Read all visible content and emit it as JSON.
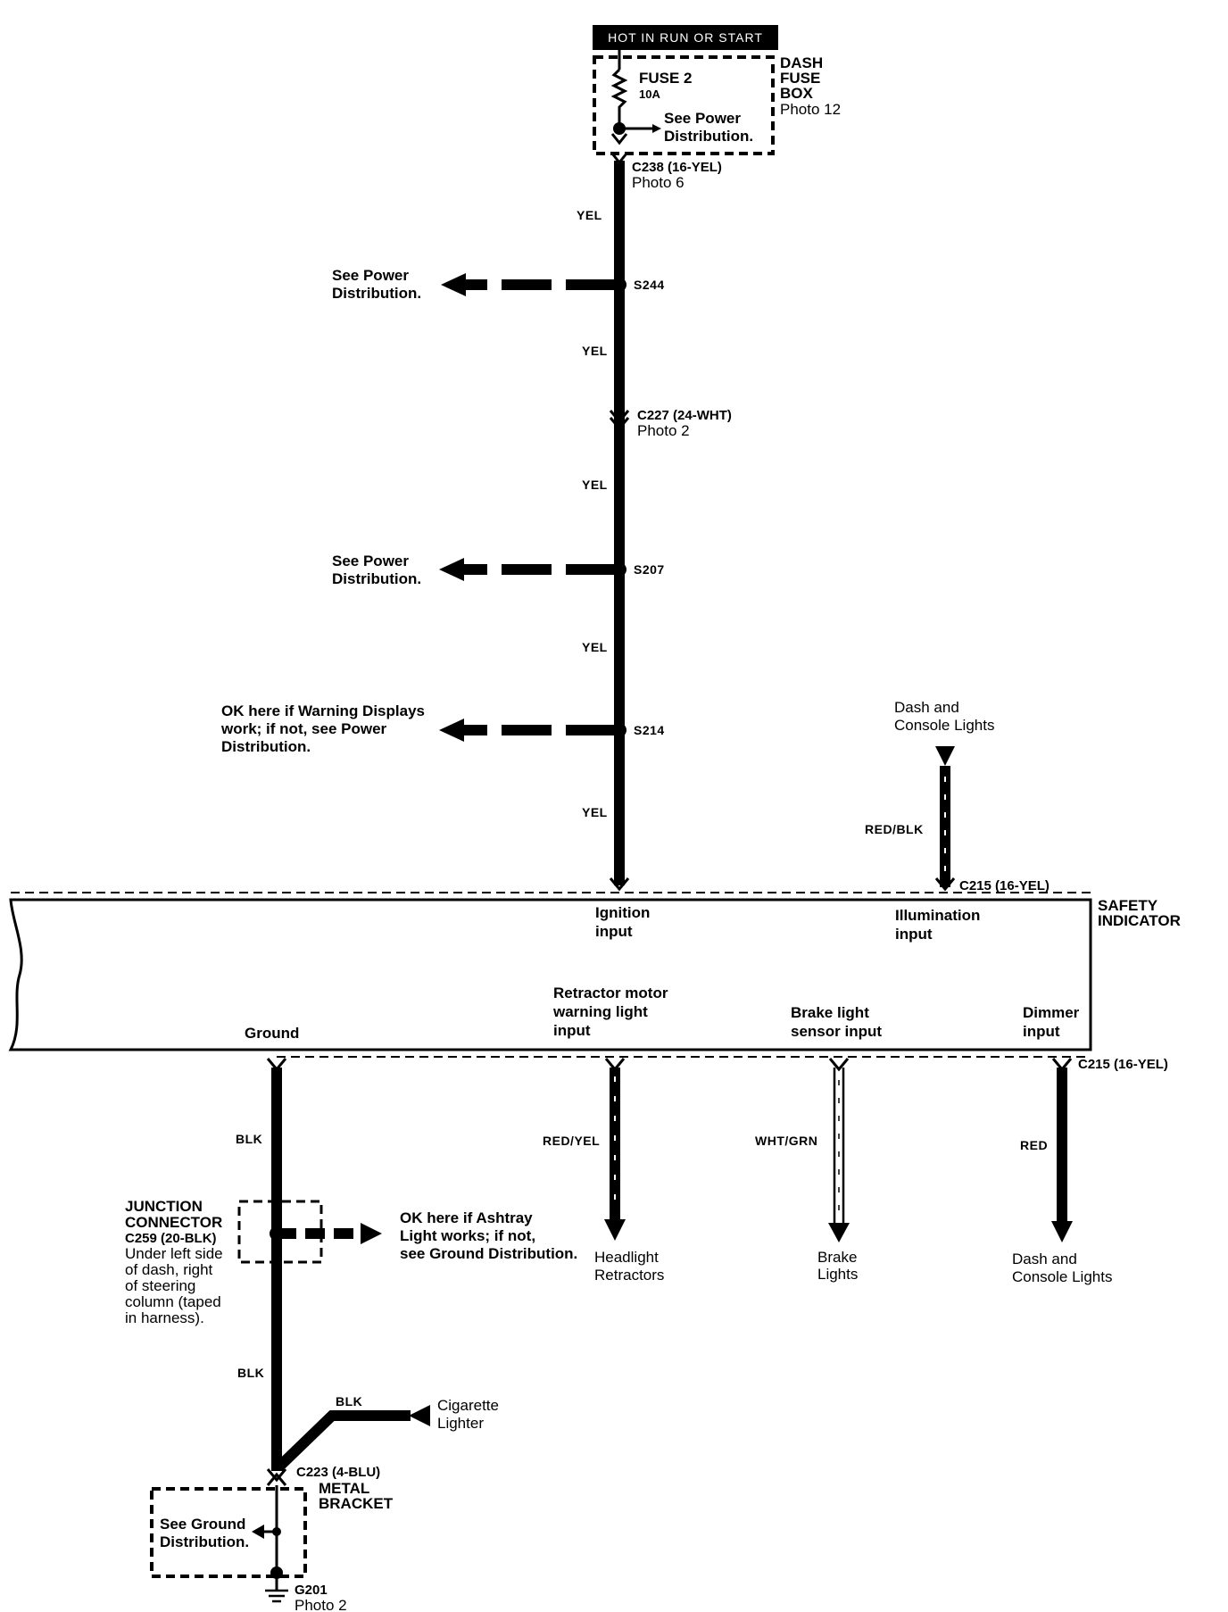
{
  "header": {
    "power_label": "HOT IN RUN OR START"
  },
  "fuse_box": {
    "fuse_name": "FUSE 2",
    "fuse_rating": "10A",
    "box_name": [
      "DASH",
      "FUSE",
      "BOX"
    ],
    "photo": "Photo 12",
    "branch_label": [
      "See Power",
      "Distribution."
    ]
  },
  "connectors": {
    "c238": {
      "id": "C238 (16-YEL)",
      "photo": "Photo 6"
    },
    "c227": {
      "id": "C227 (24-WHT)",
      "photo": "Photo 2"
    },
    "c215_top": "C215 (16-YEL)",
    "c215_bottom": "C215 (16-YEL)",
    "c223": "C223 (4-BLU)"
  },
  "splices": {
    "s244": {
      "id": "S244",
      "label": [
        "See Power",
        "Distribution."
      ]
    },
    "s207": {
      "id": "S207",
      "label": [
        "See Power",
        "Distribution."
      ]
    },
    "s214": {
      "id": "S214",
      "label": [
        "OK here if Warning Displays",
        "work; if not, see Power",
        "Distribution."
      ]
    }
  },
  "wires": {
    "yel_1": "YEL",
    "yel_2": "YEL",
    "yel_3": "YEL",
    "yel_4": "YEL",
    "yel_5": "YEL",
    "red_blk": "RED/BLK",
    "blk_1": "BLK",
    "blk_2": "BLK",
    "blk_3": "BLK",
    "red_yel": "RED/YEL",
    "wht_grn": "WHT/GRN",
    "red": "RED"
  },
  "module": {
    "name": [
      "SAFETY",
      "INDICATOR"
    ],
    "pins": {
      "ignition": [
        "Ignition",
        "input"
      ],
      "illumination": [
        "Illumination",
        "input"
      ],
      "ground": [
        "Ground"
      ],
      "retractor": [
        "Retractor motor",
        "warning light",
        "input"
      ],
      "brake": [
        "Brake light",
        "sensor input"
      ],
      "dimmer": [
        "Dimmer",
        "input"
      ]
    }
  },
  "sources": {
    "dash_console_top": [
      "Dash and",
      "Console Lights"
    ]
  },
  "destinations": {
    "headlight": [
      "Headlight",
      "Retractors"
    ],
    "brake": [
      "Brake",
      "Lights"
    ],
    "dash_console": [
      "Dash and",
      "Console Lights"
    ],
    "cigarette": [
      "Cigarette",
      "Lighter"
    ]
  },
  "junction": {
    "title": [
      "JUNCTION",
      "CONNECTOR",
      "C259 (20-BLK)"
    ],
    "location": [
      "Under left side",
      "of dash, right",
      "of steering",
      "column (taped",
      "in harness)."
    ],
    "branch_label": [
      "OK here if Ashtray",
      "Light works; if not,",
      "see Ground Distribution."
    ]
  },
  "ground": {
    "bracket": [
      "METAL",
      "BRACKET"
    ],
    "branch_label": [
      "See Ground",
      "Distribution."
    ],
    "id": "G201",
    "photo": "Photo 2"
  }
}
